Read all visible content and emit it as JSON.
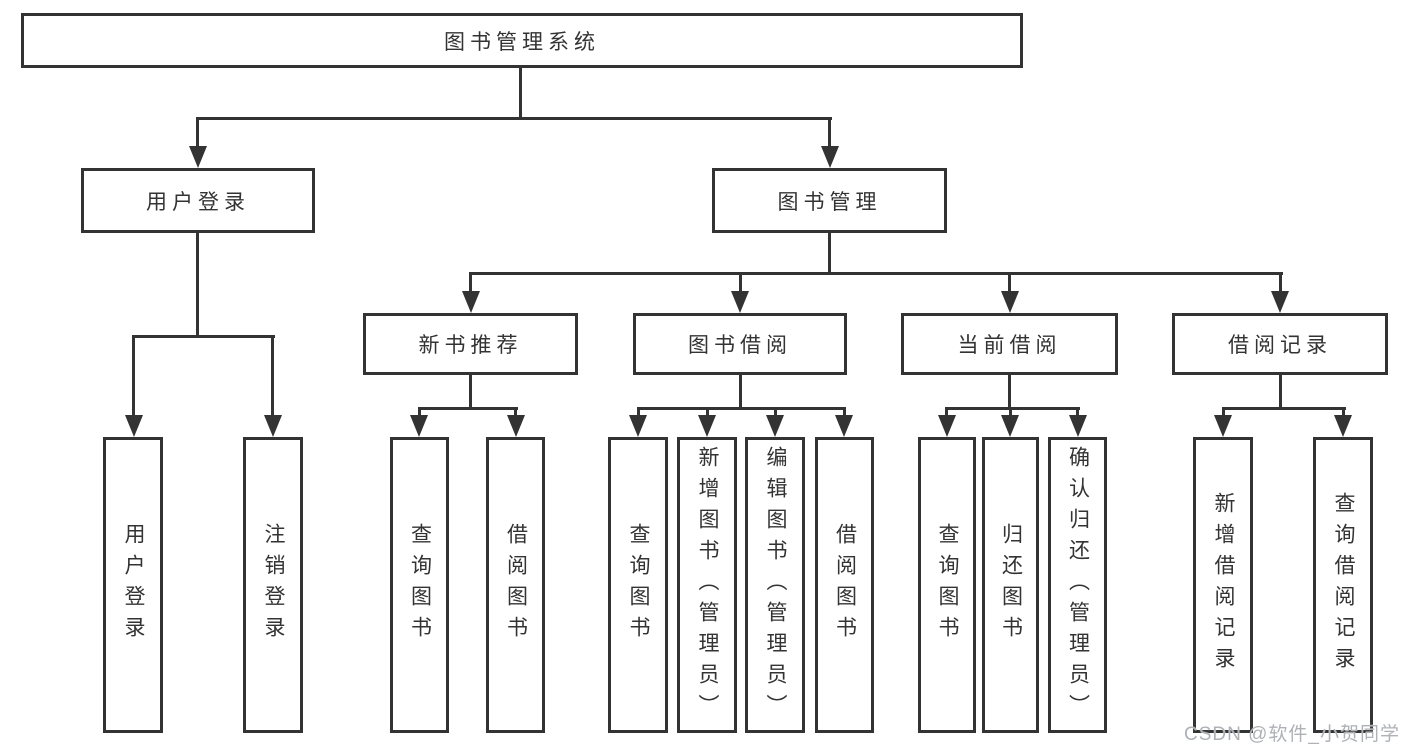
{
  "diagram": {
    "title": "图书管理系统",
    "watermark": "CSDN @软件_小贺同学",
    "colors": {
      "line": "#333333",
      "text": "#333333",
      "box_background": "#ffffff",
      "watermark": "#aeb1b6",
      "background": "#ffffff"
    },
    "tree": {
      "root": "图书管理系统",
      "branches": [
        {
          "label": "用户登录",
          "children": [
            "用户登录",
            "注销登录"
          ]
        },
        {
          "label": "图书管理",
          "children": [
            {
              "label": "新书推荐",
              "children": [
                "查询图书",
                "借阅图书"
              ]
            },
            {
              "label": "图书借阅",
              "children": [
                "查询图书",
                "新增图书（管理员）",
                "编辑图书（管理员）",
                "借阅图书"
              ]
            },
            {
              "label": "当前借阅",
              "children": [
                "查询图书",
                "归还图书",
                "确认归还（管理员）"
              ]
            },
            {
              "label": "借阅记录",
              "children": [
                "新增借阅记录",
                "查询借阅记录"
              ]
            }
          ]
        }
      ]
    }
  }
}
